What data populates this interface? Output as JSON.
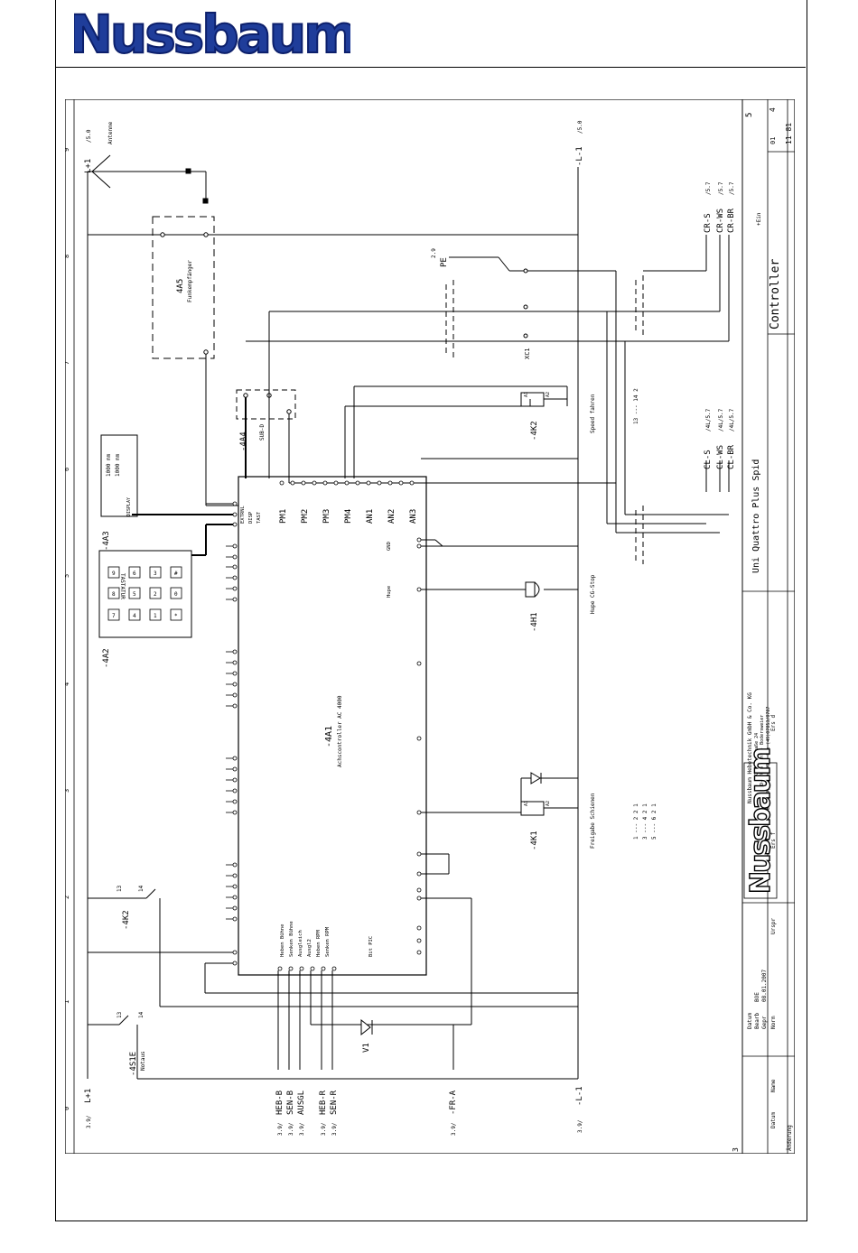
{
  "header": {
    "logo_text": "Nussbaum"
  },
  "title_block": {
    "title": "Controller",
    "subtitle": "Uni Quattro Plus Spid",
    "company": "Nussbaum Hebetechnik GmbH & Co. KG",
    "address1": "Korker Straße 24",
    "address2": "D-77694 Kehl - Bodersweier",
    "phone": "Tel. (49)07853/899-0 Fax (49)07853/8787",
    "sheet_no": "5",
    "sheet_of": "4",
    "rev": "01",
    "doc_no": "11 81",
    "ein": "+Ein",
    "datum_label": "Datum",
    "bearb_label": "Bearb",
    "bearb_value": "BOE",
    "gepr_label": "Gepr",
    "gepr_value": "08.01.2007",
    "norm_label": "Norm",
    "aenderung_label": "Änderung",
    "name_label": "Name",
    "urspr_label": "Urspr",
    "ers_f_label": "Ers f",
    "ers_d_label": "Ers d",
    "left_corner": "3"
  },
  "grid": {
    "columns": [
      "0",
      "1",
      "2",
      "3",
      "4",
      "5",
      "6",
      "7",
      "8",
      "9"
    ]
  },
  "labels": {
    "antenne": "Antenne",
    "l1_top_left": "L+1",
    "l1_top_left_ref": "/5.0",
    "l1_top_right": "-L-1",
    "l1_top_right_ref": "/5.0",
    "l1_bottom_left": "L+1",
    "l1_bottom_left_ref": "3.9/",
    "l1_bottom_right": "-L-1",
    "l1_bottom_right_ref": "3.9/",
    "fr_a": "-FR-A",
    "fr_a_ref": "3.9/",
    "heb_b": "HEB-B",
    "sen_b": "SEN-B",
    "ausgl": "AUSGL",
    "heb_r": "HEB-R",
    "sen_r": "SEN-R",
    "ref_39": "3.9/",
    "cr_s": "CR-S",
    "cr_ws": "CR-WS",
    "cr_br": "CR-BR",
    "cr_ref": "/5.7",
    "cl_s": "CL-S",
    "cl_ws": "CL-WS",
    "cl_br": "CL-BR",
    "cl_ref": "/4L/5.7",
    "pe": "PE",
    "pe_ref": "2.9",
    "xc1": "XC1",
    "speed_fahren": "Speed fahren",
    "hupe_cg_stop": "Hupe CG-Stop",
    "freigabe_schienen": "Freigabe Schienen",
    "k4a5": "4A5",
    "funkempfaenger": "Funkempfänger",
    "k4a4": "-4A4",
    "sub_d": "SUB-D",
    "k4a3": "-4A3",
    "k4a2": "-4A2",
    "k4a1": "-4A1",
    "achscontroller": "Achscontroller AC 4000",
    "k4k2": "-4K2",
    "k4k1": "-4K1",
    "k4h1": "-4H1",
    "k4k2b": "-4K2",
    "k4s1e": "-4S1E",
    "notaus": "Notaus",
    "v1": "V1",
    "len1": "1000 mm",
    "len2": "1000 mm",
    "display": "DISPLAY",
    "tastatur": "TASTATUR",
    "pm1": "PM1",
    "pm2": "PM2",
    "pm3": "PM3",
    "pm4": "PM4",
    "an1": "AN1",
    "an2": "AN2",
    "an3": "AN3",
    "extrnl": "EXTRNL",
    "disp": "DISP",
    "tast": "TAST",
    "gnd": "GND",
    "hupe": "Hupe",
    "heben_buehne": "Heben Bühne",
    "senken_buehne": "Senken Bühne",
    "ausgleich": "Ausgleich",
    "ausgl2": "Ausgl2",
    "heben_rpm": "Heben RPM",
    "senken_rpm": "Senken RPM",
    "bit_pic": "Bit PIC",
    "k13": "13",
    "k14": "14",
    "wire_13_14": "13 --- 14 2",
    "r1": "A1",
    "r2": "A2",
    "tbl1": "1 --- 2 2 1",
    "tbl2": "3 --- 4 2 1",
    "tbl3": "5 --- 6 2 1"
  },
  "keypad": {
    "keys": [
      "7",
      "4",
      "1",
      "*",
      "8",
      "5",
      "2",
      "0",
      "9",
      "6",
      "3",
      "#"
    ]
  }
}
